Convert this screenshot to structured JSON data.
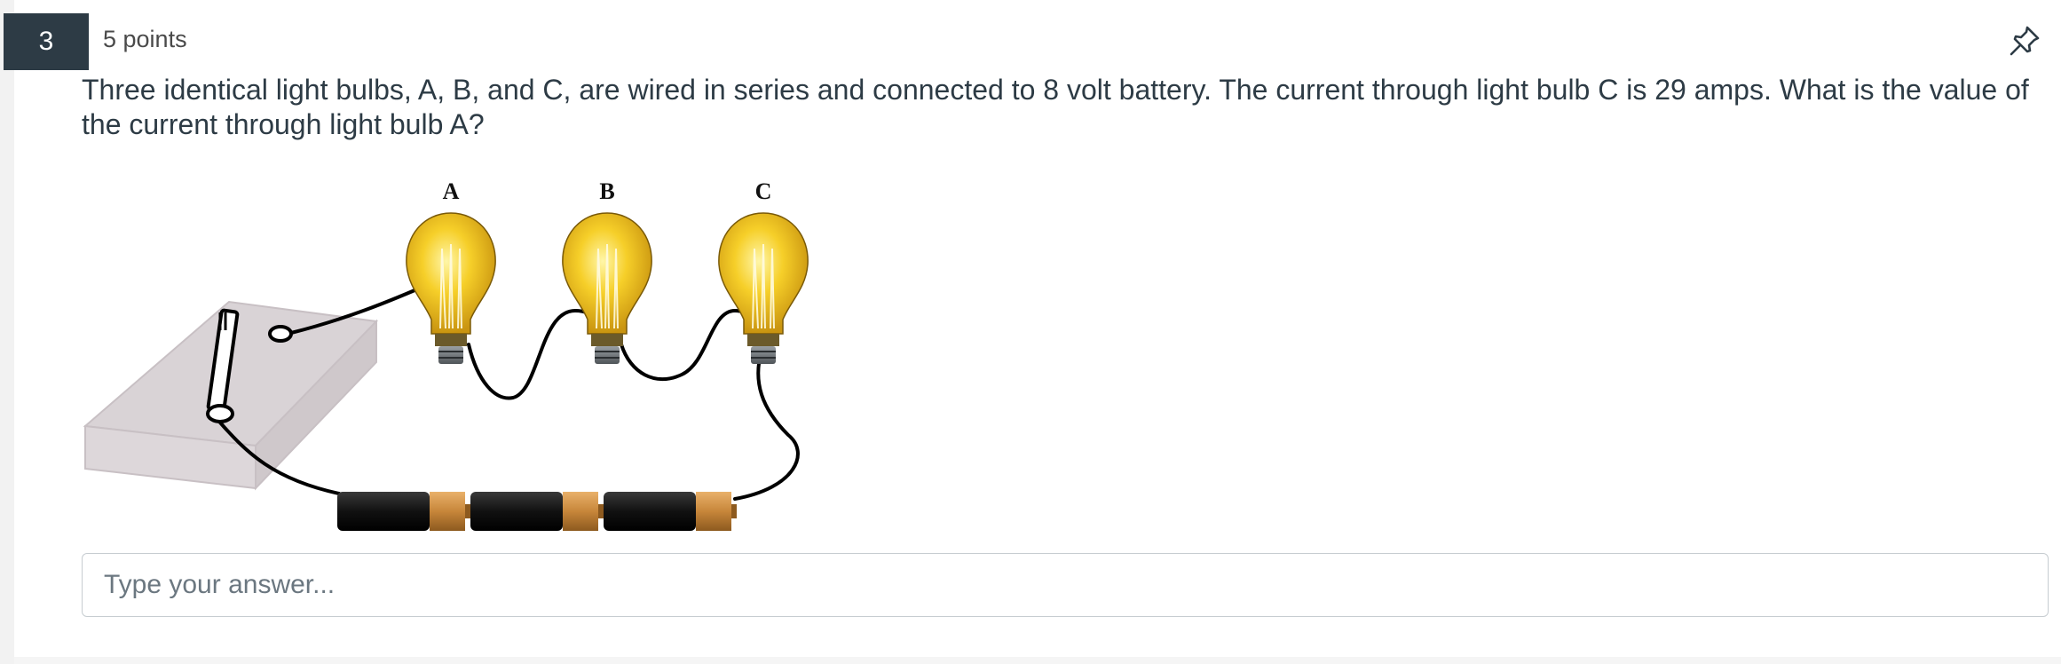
{
  "question": {
    "number": "3",
    "points": "5 points",
    "text": "Three identical light bulbs, A, B, and C, are wired in series and connected to 8 volt battery.  The current through light bulb C is 29 amps.  What is the value of the current through light bulb A?"
  },
  "diagram": {
    "bulb_labels": [
      "A",
      "B",
      "C"
    ]
  },
  "answer": {
    "placeholder": "Type your answer...",
    "value": ""
  },
  "icons": {
    "pin": "pin-icon"
  },
  "colors": {
    "badge_bg": "#2d3b45",
    "text": "#2d3b45",
    "bulb_glass": "#f3c21f",
    "battery_tip": "#c98a3c"
  }
}
